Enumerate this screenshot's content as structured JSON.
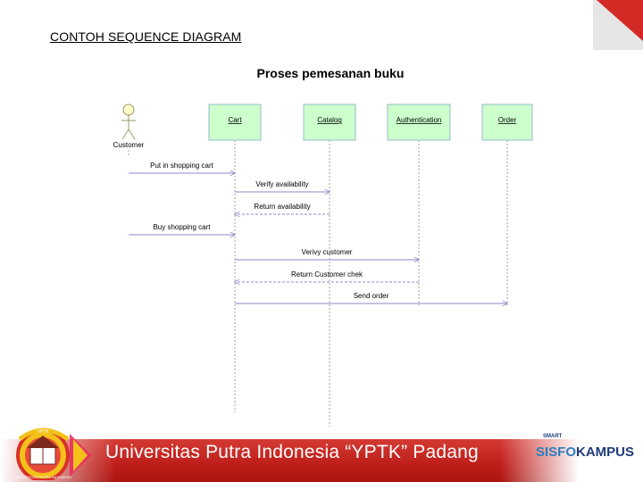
{
  "slide": {
    "title": "CONTOH SEQUENCE DIAGRAM"
  },
  "diagram": {
    "title": "Proses pemesanan buku",
    "actor": {
      "label": "Customer"
    },
    "objects": [
      "Cart",
      "Catalog",
      "Authentication",
      "Order"
    ],
    "messages": [
      {
        "label": "Put in shopping cart",
        "from": "Customer",
        "to": "Cart",
        "kind": "call"
      },
      {
        "label": "Verify availability",
        "from": "Cart",
        "to": "Catalog",
        "kind": "call"
      },
      {
        "label": "Return availability",
        "from": "Catalog",
        "to": "Cart",
        "kind": "return"
      },
      {
        "label": "Buy shopping cart",
        "from": "Customer",
        "to": "Cart",
        "kind": "call"
      },
      {
        "label": "Verivy customer",
        "from": "Cart",
        "to": "Authentication",
        "kind": "call"
      },
      {
        "label": "Return Customer chek",
        "from": "Authentication",
        "to": "Cart",
        "kind": "return"
      },
      {
        "label": "Send order",
        "from": "Cart",
        "to": "Order",
        "kind": "call"
      }
    ],
    "colors": {
      "object_fill": "#ccffcc",
      "object_border": "#98b8cc",
      "lifeline": "#a0a0a0",
      "message": "#8888cc"
    }
  },
  "footer": {
    "university": "Universitas Putra Indonesia “YPTK” Padang",
    "logo_ring_text": "UNIVERSITAS PUTRA INDONESIA",
    "logo_top_text": "YPTK",
    "brand_small": "SMART",
    "brand_a": "SISFO",
    "brand_b": "KAMPUS",
    "band_color": "#c0201c"
  }
}
